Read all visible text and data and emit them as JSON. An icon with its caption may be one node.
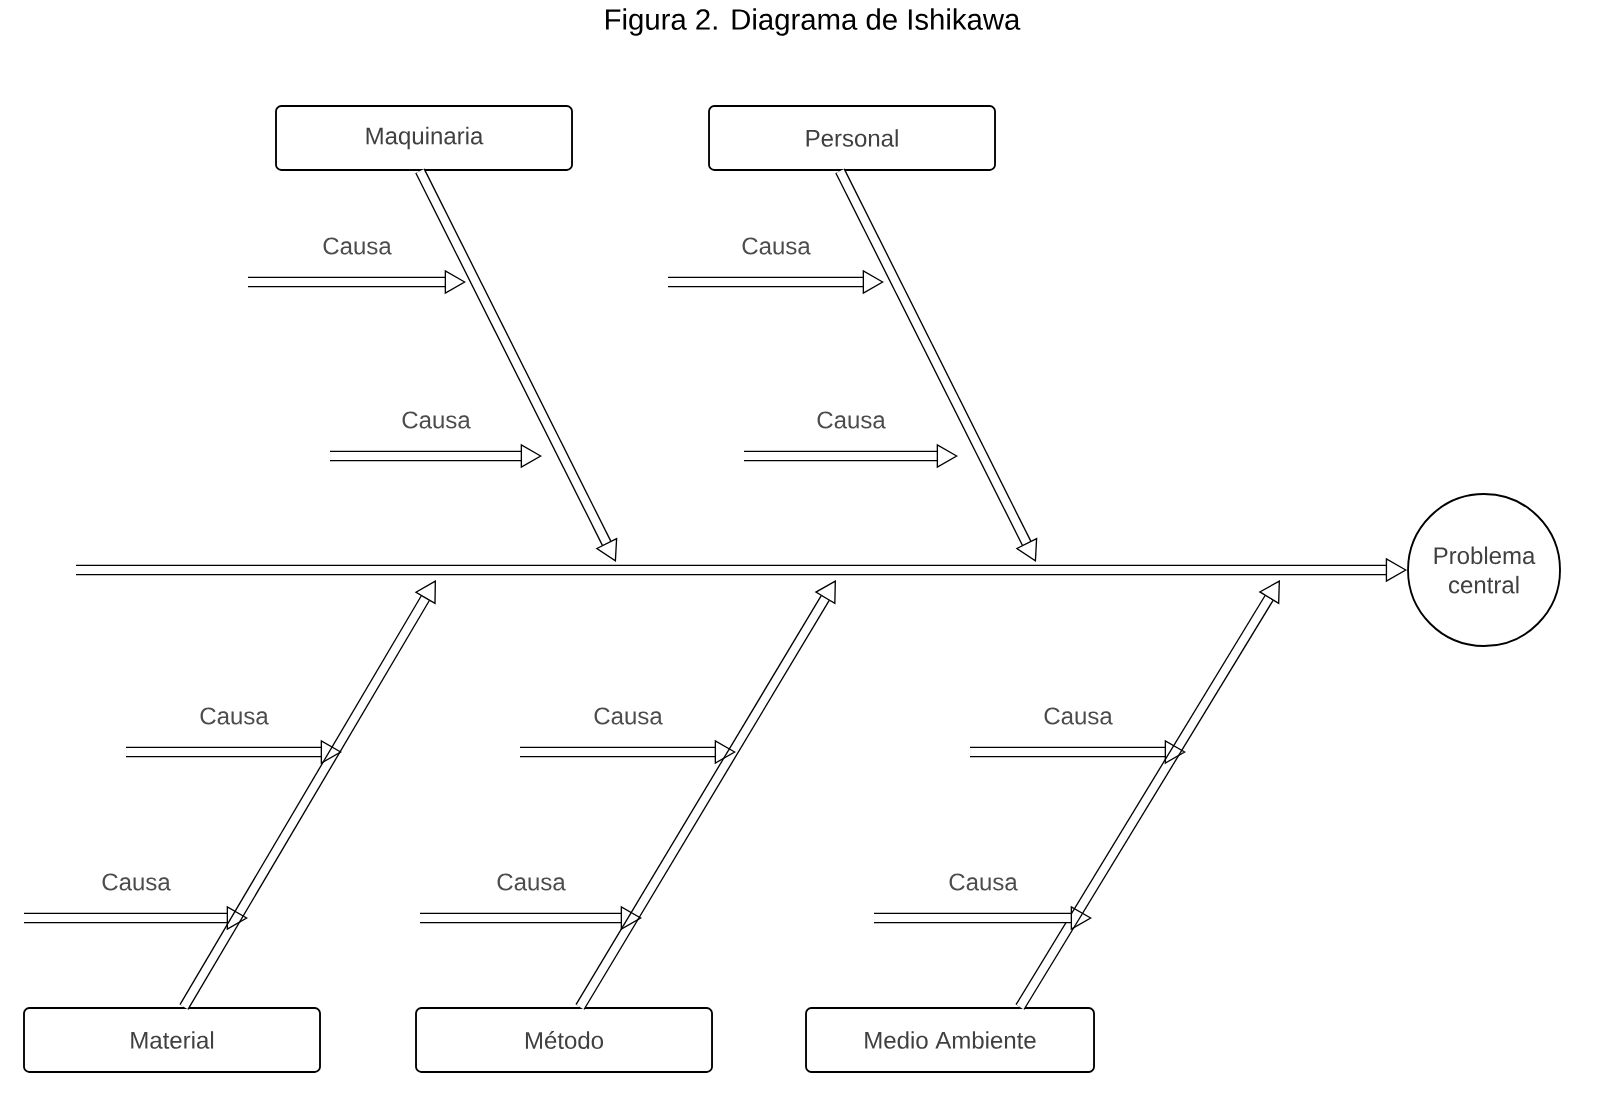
{
  "diagram": {
    "title": "Figura 2. Diagrama de Ishikawa",
    "nodes": [
      {
        "text": [
          "Maquinaria"
        ]
      },
      {
        "text": [
          "Personal"
        ]
      },
      {
        "text": [
          "Material"
        ]
      },
      {
        "text": [
          "Método"
        ]
      },
      {
        "text": [
          "Medio Ambiente"
        ]
      },
      {
        "text": [
          "Problema central"
        ]
      }
    ],
    "edges": [
      {
        "from": null,
        "to": 5,
        "arrow": "to"
      },
      {
        "from": 0,
        "to": null,
        "arrow": "to"
      },
      {
        "from": 1,
        "to": null,
        "arrow": "to"
      },
      {
        "from": 2,
        "to": null,
        "arrow": "to"
      },
      {
        "from": 3,
        "to": null,
        "arrow": "to"
      },
      {
        "from": 4,
        "to": null,
        "arrow": "to"
      }
    ],
    "labels": [
      "Causa",
      "Causa",
      "Causa",
      "Causa",
      "Causa",
      "Causa",
      "Causa",
      "Causa",
      "Causa",
      "Causa"
    ]
  }
}
